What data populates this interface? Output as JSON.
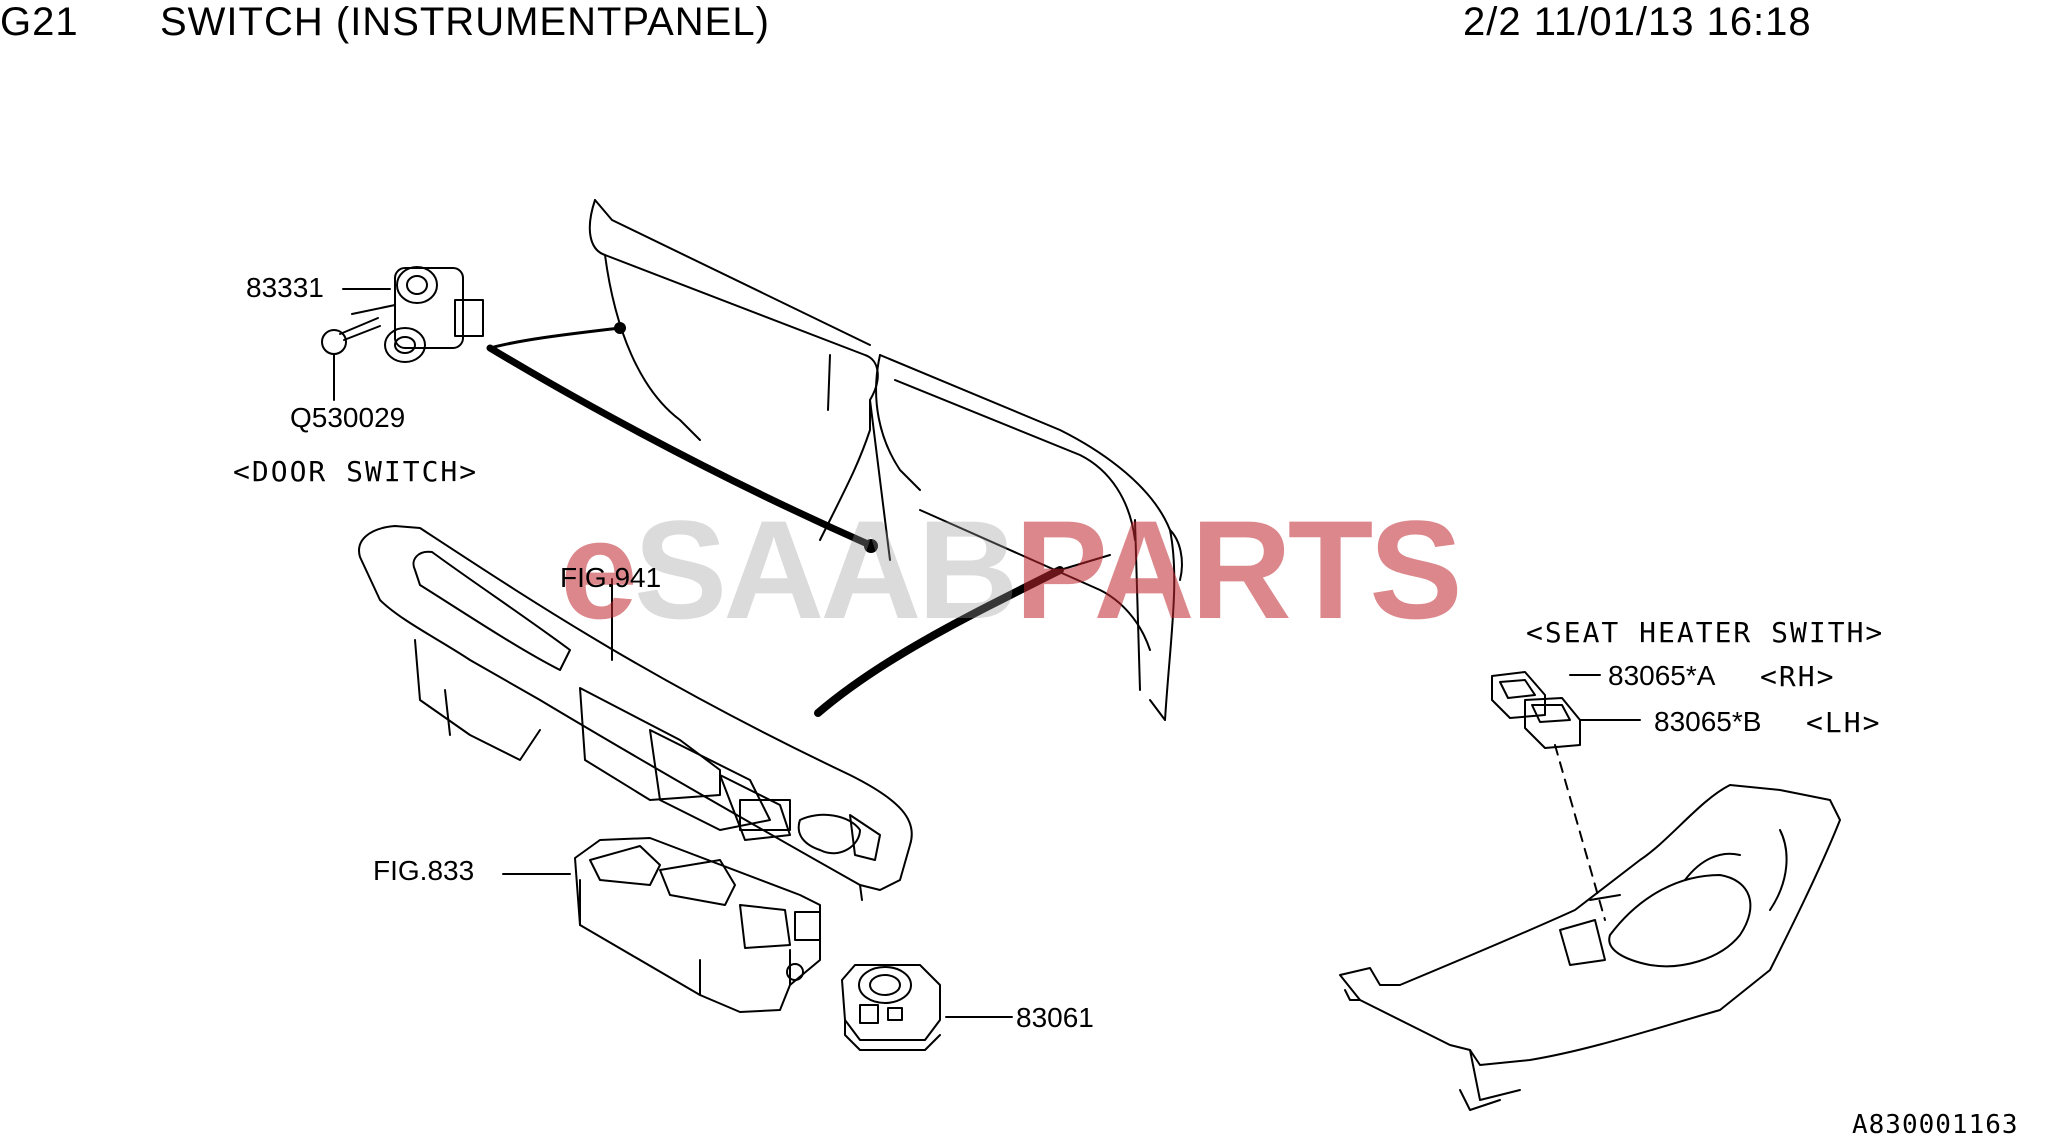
{
  "header": {
    "group": "G21",
    "title": "SWITCH (INSTRUMENTPANEL)",
    "page_date": "2/2 11/01/13 16:18"
  },
  "callouts": {
    "door_switch_part": "83331",
    "screw_part": "Q530029",
    "door_switch_caption": "<DOOR SWITCH>",
    "fig_941": "FIG.941",
    "fig_833": "FIG.833",
    "mirror_switch_part": "83061",
    "seat_heater_caption": "<SEAT HEATER SWITH>",
    "seat_heater_rh_part": "83065*A",
    "seat_heater_rh_side": "<RH>",
    "seat_heater_lh_part": "83065*B",
    "seat_heater_lh_side": "<LH>"
  },
  "watermark": {
    "prefix": "e",
    "middle": "SAAB",
    "suffix": "PARTS",
    "color_red": "#c0262d",
    "color_grey": "#9a9a9a"
  },
  "footer": {
    "drawing_id": "A830001163"
  }
}
